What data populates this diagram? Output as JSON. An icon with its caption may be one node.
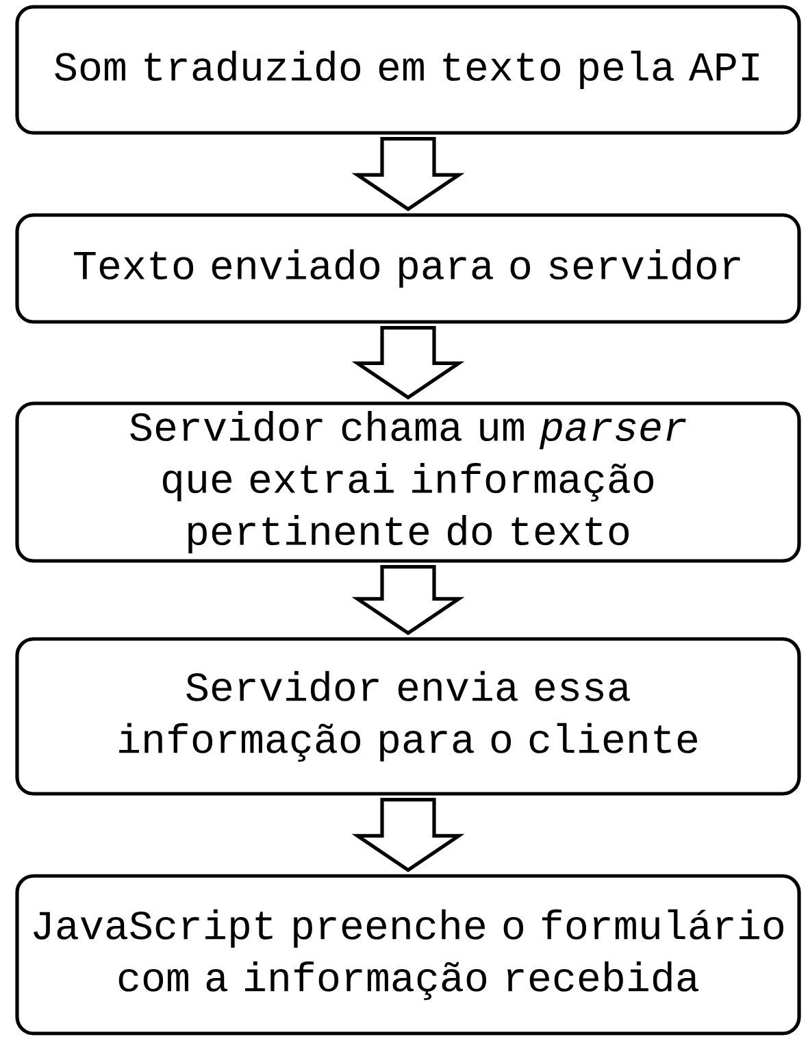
{
  "diagram": {
    "nodes": [
      {
        "text": [
          "Som traduzido em texto pela API"
        ]
      },
      {
        "text": [
          "Texto enviado para o servidor"
        ]
      },
      {
        "text": [
          "Servidor chama um *parser* que extrai informação pertinente do texto"
        ]
      },
      {
        "text": [
          "Servidor envia essa informação para o cliente"
        ]
      },
      {
        "text": [
          "JavaScript preenche o formulário com a informação recebida"
        ]
      }
    ],
    "edges": [
      {
        "from": 0,
        "to": 1,
        "arrow": "to"
      },
      {
        "from": 1,
        "to": 2,
        "arrow": "to"
      },
      {
        "from": 2,
        "to": 3,
        "arrow": "to"
      },
      {
        "from": 3,
        "to": 4,
        "arrow": "to"
      }
    ]
  }
}
